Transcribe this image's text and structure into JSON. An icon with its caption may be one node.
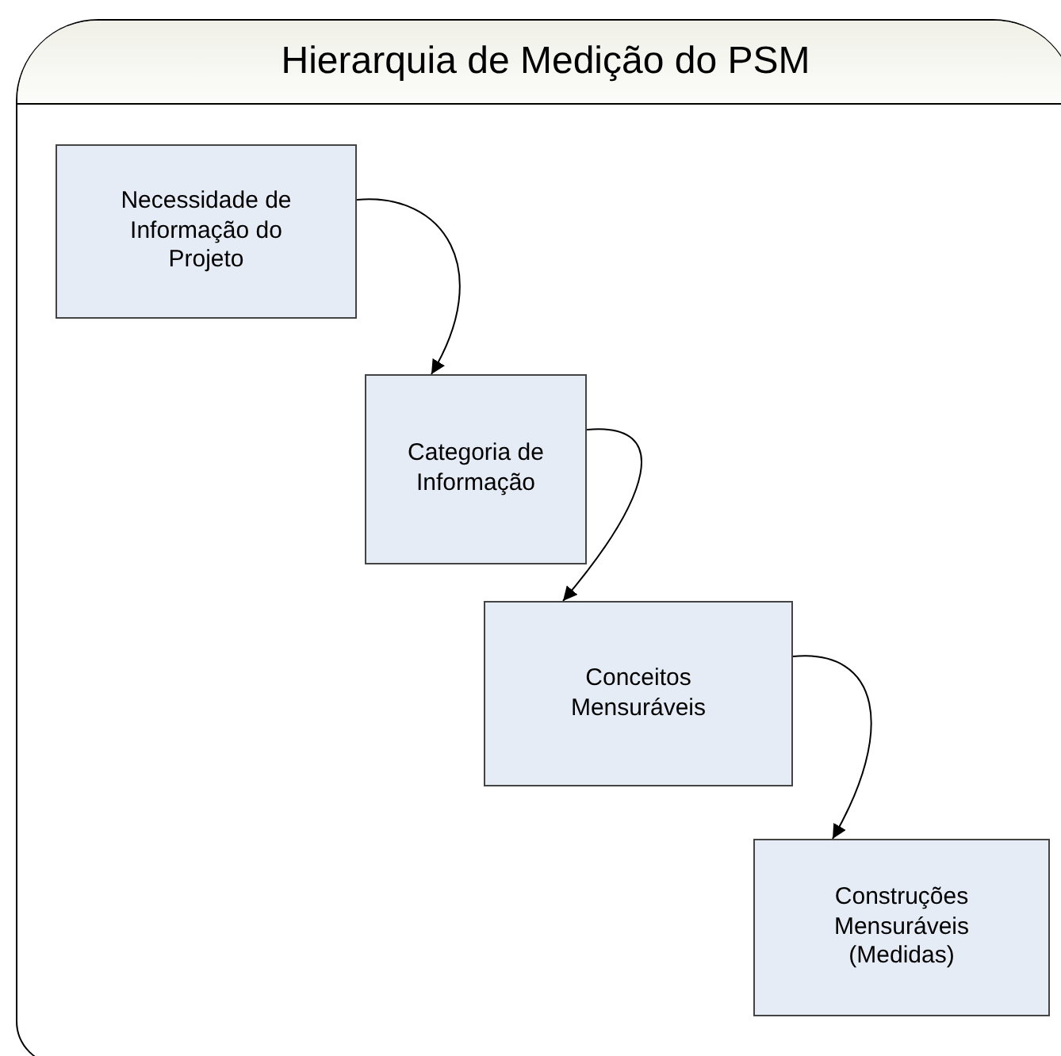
{
  "diagram": {
    "nodes": [
      {
        "text": [
          "Hierarquia de Medição do PSM"
        ]
      },
      {
        "text": [
          "Necessidade de Informação do Projeto"
        ],
        "in": 0
      },
      {
        "text": [
          "Categoria de Informação"
        ],
        "in": 0
      },
      {
        "text": [
          "Conceitos Mensuráveis"
        ],
        "in": 0
      },
      {
        "text": [
          "Construções Mensuráveis (Medidas)"
        ],
        "in": 0
      }
    ],
    "edges": [
      {
        "from": 1,
        "to": 2,
        "arrow": "to"
      },
      {
        "from": 2,
        "to": 3,
        "arrow": "to"
      },
      {
        "from": 3,
        "to": 4,
        "arrow": "to"
      }
    ]
  }
}
